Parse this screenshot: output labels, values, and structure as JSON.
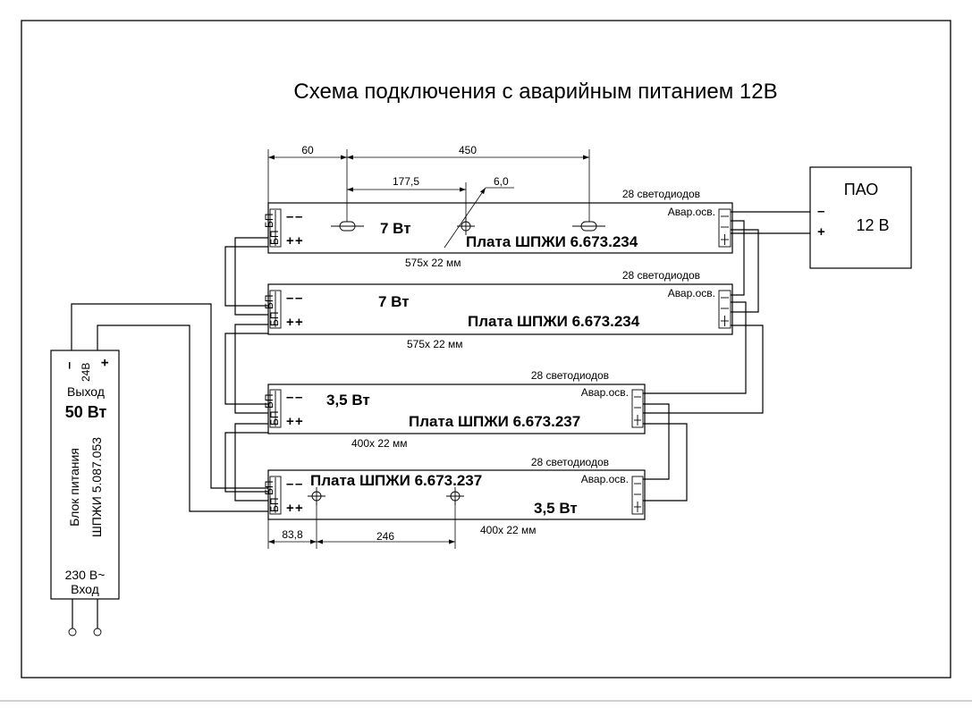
{
  "title": "Схема подключения с аварийным питанием 12В",
  "boards": [
    {
      "name": "Плата ШПЖИ 6.673.234",
      "power": "7 Вт",
      "leds": "28 светодиодов",
      "size": "575x 22 мм",
      "emergency": "Авар.осв."
    },
    {
      "name": "Плата ШПЖИ 6.673.234",
      "power": "7 Вт",
      "leds": "28 светодиодов",
      "size": "575x 22 мм",
      "emergency": "Авар.осв."
    },
    {
      "name": "Плата ШПЖИ 6.673.237",
      "power": "3,5 Вт",
      "leds": "28 светодиодов",
      "size": "400x 22 мм",
      "emergency": "Авар.осв."
    },
    {
      "name": "Плата ШПЖИ 6.673.237",
      "power": "3,5 Вт",
      "leds": "28 светодиодов",
      "size": "400x 22 мм",
      "emergency": "Авар.осв."
    }
  ],
  "connector_label": "БП",
  "terminals": {
    "minus": "–",
    "plus": "+"
  },
  "dimensions": {
    "top_60": "60",
    "top_450": "450",
    "top_177_5": "177,5",
    "hole_6_0": "6,0",
    "bottom_83_8": "83,8",
    "bottom_246": "246"
  },
  "power_supply": {
    "output_voltage": "24В",
    "output_label": "Выход",
    "output_power": "50 Вт",
    "name_line1": "Блок питания",
    "name_line2": "ШПЖИ 5.087.053",
    "input_voltage": "230 В~",
    "input_label": "Вход"
  },
  "emergency_unit": {
    "name": "ПАО",
    "voltage": "12 В",
    "minus": "–",
    "plus": "+"
  }
}
